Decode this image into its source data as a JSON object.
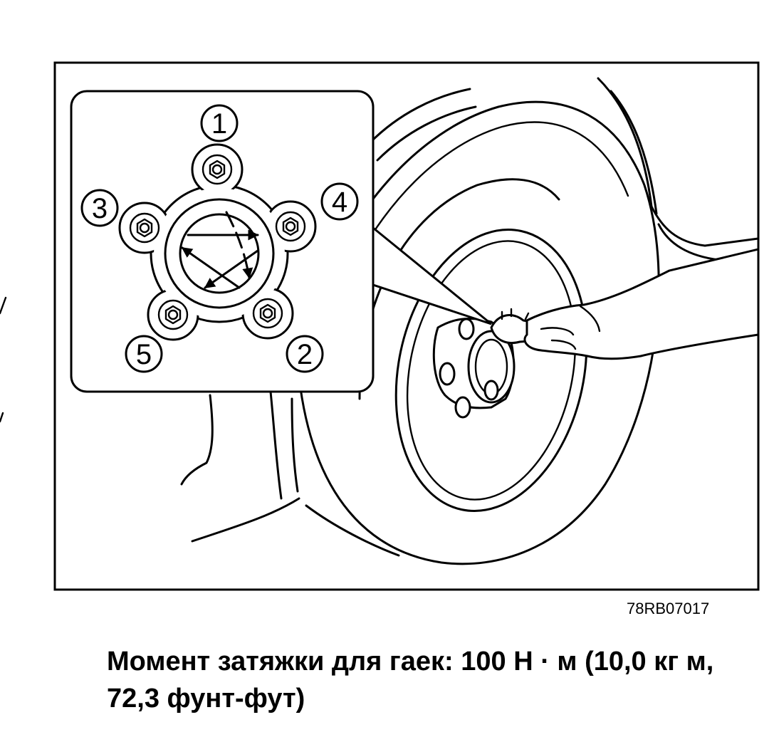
{
  "figure_code": "78RB07017",
  "caption": "Момент затяжки для гаек: 100 Н · м (10,0 кг м, 72,3 фунт-фут)",
  "sequence_labels": [
    "1",
    "2",
    "3",
    "4",
    "5"
  ]
}
